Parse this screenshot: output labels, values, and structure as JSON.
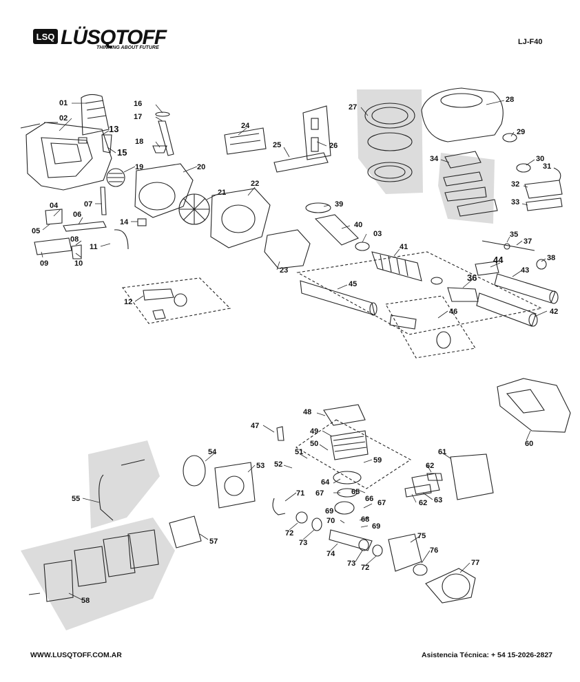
{
  "brand": {
    "logo_mark": "LSQ",
    "name": "LÜSQTOFF",
    "tagline": "THINKING ABOUT FUTURE"
  },
  "model": "LJ-F40",
  "footer": {
    "website": "WWW.LUSQTOFF.COM.AR",
    "support": "Asistencia Técnica: + 54 15-2026-2827"
  },
  "colors": {
    "shade": "#dcdcdc",
    "line": "#222222"
  },
  "parts_labels": [
    "01",
    "02",
    "13",
    "15",
    "16",
    "17",
    "18",
    "19",
    "20",
    "24",
    "25",
    "26",
    "27",
    "28",
    "29",
    "30",
    "31",
    "32",
    "33",
    "34",
    "04",
    "07",
    "06",
    "05",
    "08",
    "09",
    "10",
    "11",
    "14",
    "21",
    "22",
    "23",
    "39",
    "40",
    "03",
    "41",
    "35",
    "37",
    "38",
    "44",
    "43",
    "36",
    "12",
    "45",
    "46",
    "42",
    "48",
    "47",
    "49",
    "50",
    "51",
    "52",
    "54",
    "53",
    "59",
    "61",
    "62",
    "64",
    "67",
    "65",
    "66",
    "63",
    "55",
    "71",
    "69",
    "70",
    "68",
    "72",
    "73",
    "74",
    "75",
    "76",
    "77",
    "57",
    "60",
    "58"
  ]
}
